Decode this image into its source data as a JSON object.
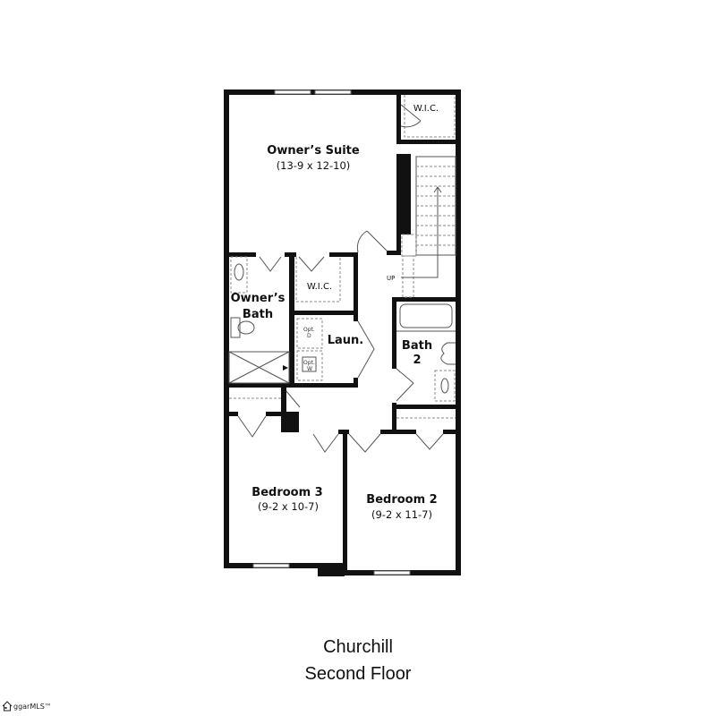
{
  "plan": {
    "name": "Churchill",
    "floor": "Second Floor",
    "rooms": [
      {
        "id": "owners-suite",
        "label": "Owner’s Suite",
        "dimensions": "(13-9 x 12-10)"
      },
      {
        "id": "wic-upper",
        "label": "W.I.C."
      },
      {
        "id": "owners-bath",
        "label_line1": "Owner’s",
        "label_line2": "Bath"
      },
      {
        "id": "wic-lower",
        "label": "W.I.C."
      },
      {
        "id": "laundry",
        "label": "Laun.",
        "opt_dryer_line1": "Opt.",
        "opt_dryer_line2": "D",
        "opt_washer_line1": "Opt.",
        "opt_washer_line2": "W"
      },
      {
        "id": "bath-2",
        "label_line1": "Bath",
        "label_line2": "2"
      },
      {
        "id": "stairs",
        "label": "UP"
      },
      {
        "id": "bedroom-3",
        "label": "Bedroom 3",
        "dimensions": "(9-2 x 10-7)"
      },
      {
        "id": "bedroom-2",
        "label": "Bedroom 2",
        "dimensions": "(9-2 x 11-7)"
      }
    ]
  },
  "watermark": {
    "text": "ggarMLS™"
  }
}
